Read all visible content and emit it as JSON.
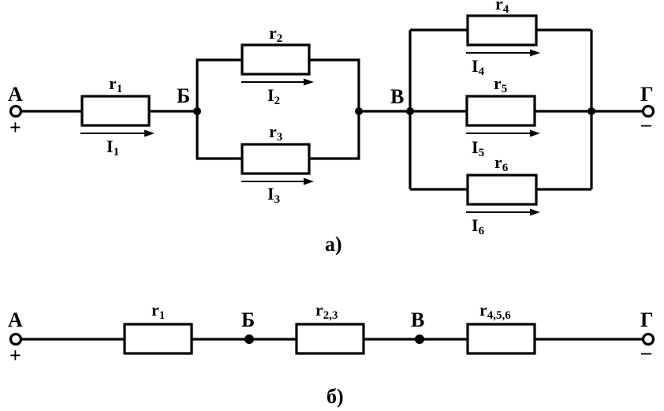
{
  "diagram_a": {
    "caption": "а)",
    "nodes": {
      "A": "А",
      "B": "Б",
      "V": "В",
      "G": "Г"
    },
    "plus": "+",
    "minus": "–",
    "resistors": {
      "r1": {
        "base": "r",
        "sub": "1"
      },
      "r2": {
        "base": "r",
        "sub": "2"
      },
      "r3": {
        "base": "r",
        "sub": "3"
      },
      "r4": {
        "base": "r",
        "sub": "4"
      },
      "r5": {
        "base": "r",
        "sub": "5"
      },
      "r6": {
        "base": "r",
        "sub": "6"
      }
    },
    "currents": {
      "I1": {
        "base": "I",
        "sub": "1"
      },
      "I2": {
        "base": "I",
        "sub": "2"
      },
      "I3": {
        "base": "I",
        "sub": "3"
      },
      "I4": {
        "base": "I",
        "sub": "4"
      },
      "I5": {
        "base": "I",
        "sub": "5"
      },
      "I6": {
        "base": "I",
        "sub": "6"
      }
    }
  },
  "diagram_b": {
    "caption": "б)",
    "nodes": {
      "A": "А",
      "B": "Б",
      "V": "В",
      "G": "Г"
    },
    "plus": "+",
    "minus": "–",
    "resistors": {
      "r1": {
        "base": "r",
        "sub": "1"
      },
      "r23": {
        "base": "r",
        "sub": "2,3"
      },
      "r456": {
        "base": "r",
        "sub": "4,5,6"
      }
    }
  }
}
